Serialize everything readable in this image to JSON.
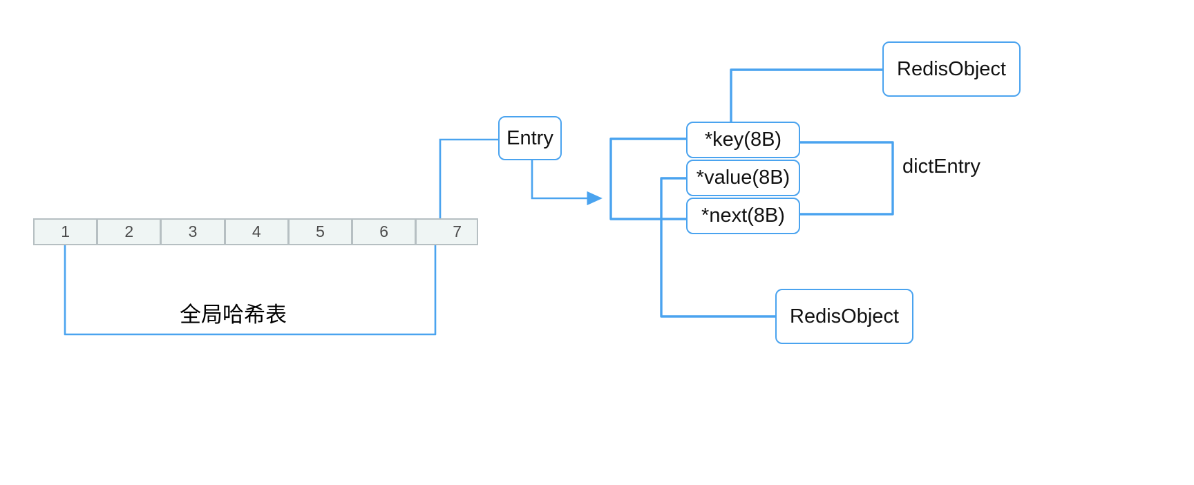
{
  "diagram": {
    "title_text": "全局哈希表",
    "colors": {
      "connector": "#4aa3ef",
      "box_border": "#4aa3ef",
      "box_fill": "#ffffff",
      "table_border": "#b6bfc2",
      "table_cell_fill": "#eff5f4",
      "text": "#111111",
      "table_text": "#4a4a4a",
      "background": "#ffffff"
    },
    "hash_table": {
      "name": "global-hash-table",
      "cells": [
        "1",
        "2",
        "3",
        "4",
        "5",
        "6",
        "7"
      ],
      "active_cell": "7"
    },
    "nodes": {
      "entry": {
        "label": "Entry"
      },
      "dict_entry_fields": [
        {
          "label": "*key(8B)"
        },
        {
          "label": "*value(8B)"
        },
        {
          "label": "*next(8B)"
        }
      ],
      "dict_entry_group_label": "dictEntry",
      "redis_object_top": {
        "label": "RedisObject"
      },
      "redis_object_bottom": {
        "label": "RedisObject"
      }
    }
  }
}
